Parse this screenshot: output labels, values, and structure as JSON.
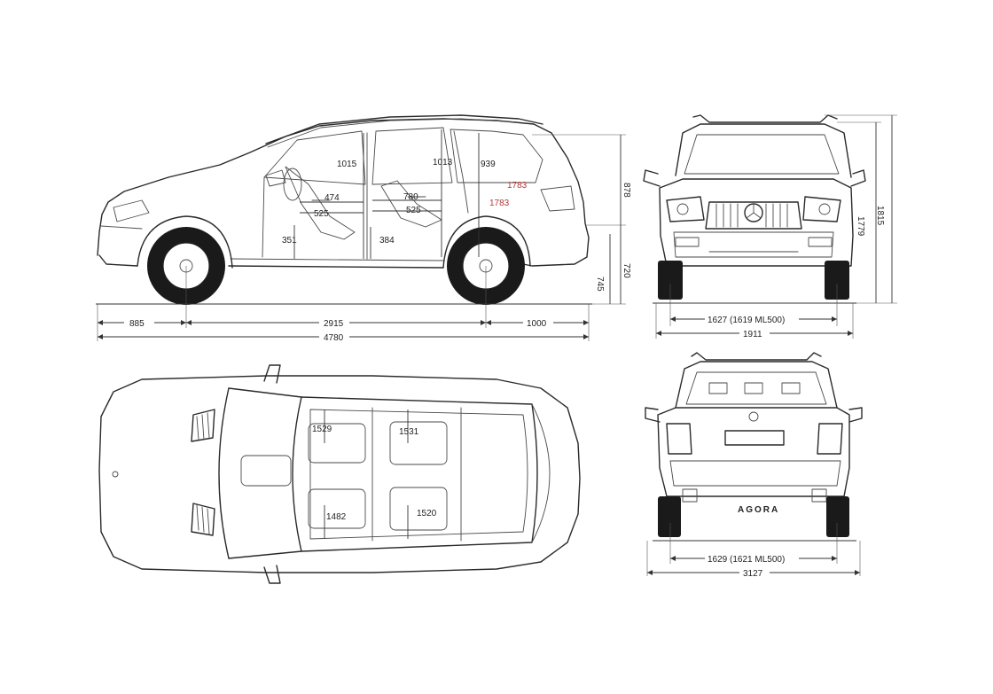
{
  "side_view": {
    "front_overhang": "885",
    "wheelbase": "2915",
    "rear_overhang": "1000",
    "overall_length": "4780",
    "upper_height": "878",
    "lower_height_outer": "720",
    "lower_height_inner": "745",
    "front_headroom": "1015",
    "rear_headroom": "1013",
    "rear_row_height": "939",
    "front_legroom_a": "474",
    "front_legroom_b": "525",
    "rear_legroom_a": "780",
    "rear_legroom_b": "525",
    "front_seat_height": "351",
    "rear_seat_height": "384",
    "cargo_height_1": "1783",
    "cargo_height_2": "1783"
  },
  "front_view": {
    "track": "1627 (1619 ML500)",
    "width": "1911",
    "height_outer": "1815",
    "height_inner": "1779"
  },
  "top_view": {
    "front_shoulder_width": "1529",
    "rear_shoulder_width": "1531",
    "front_hip_width": "1482",
    "rear_hip_width": "1520"
  },
  "rear_view": {
    "track": "1629 (1621 ML500)",
    "width": "3127",
    "plate_text": "AGORA"
  }
}
